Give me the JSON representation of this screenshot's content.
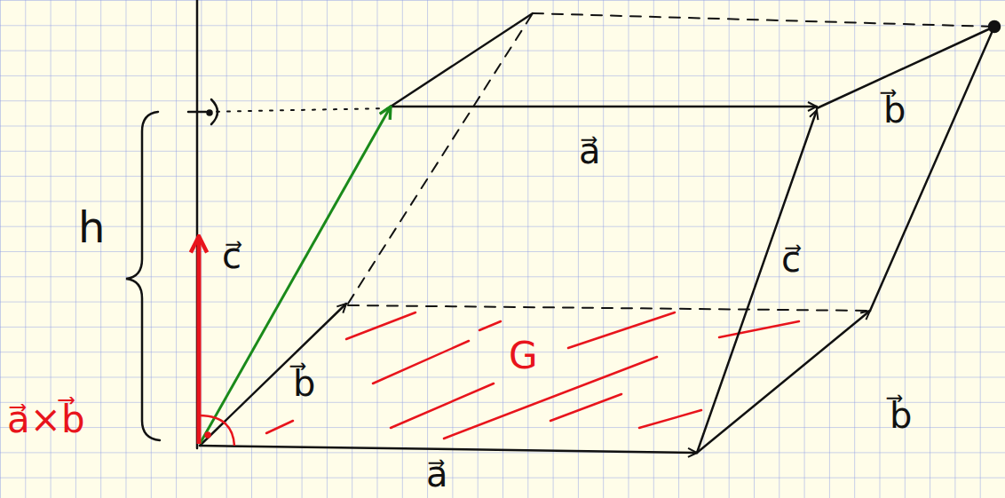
{
  "diagram": {
    "labels": [
      "h",
      "a⃗",
      "c⃗",
      "b⃗",
      "c⃗",
      "a⃗×b⃗",
      "b⃗",
      "G",
      "b⃗",
      "a⃗"
    ]
  }
}
